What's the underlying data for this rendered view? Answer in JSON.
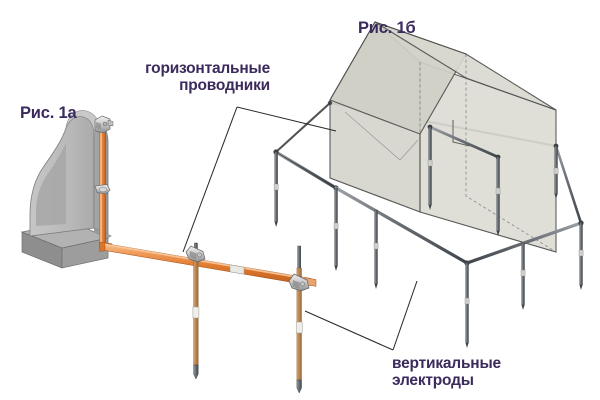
{
  "diagram": {
    "title_fig_a": "Рис. 1а",
    "title_fig_b": "Рис. 1б",
    "labels": {
      "horizontal_conductors": "горизонтальные\nпроводники",
      "vertical_electrodes": "вертикальные\nэлектроды"
    },
    "colors": {
      "label_text": "#3b2a5c",
      "conductor_orange": "#e0792f",
      "conductor_orange_light": "#f0a968",
      "conductor_orange_dark": "#b85c1c",
      "rod_copper": "#c08a52",
      "rod_steel": "#6b6f73",
      "rod_steel_dark": "#3c4045",
      "wall_front": "#bcbcbc",
      "wall_side": "#a3a3a3",
      "wall_base": "#969696",
      "house_fill": "#dcdcd4",
      "house_roof": "#d2d2c8",
      "house_edge": "#4a4a4a",
      "leader_line": "#2b2b2b",
      "clamp_metal": "#d8d8d8",
      "background": "#ffffff"
    },
    "elements": {
      "fig_a_description": "Фрагмент стены с токоотводом",
      "fig_b_description": "Изометрия здания с контуром заземления",
      "horizontal_conductor_count": 1,
      "vertical_electrode_count_fig_a": 2,
      "vertical_electrode_count_fig_b": 9,
      "clamp_count_fig_a": 2,
      "wall_clamp_count": 2
    }
  }
}
